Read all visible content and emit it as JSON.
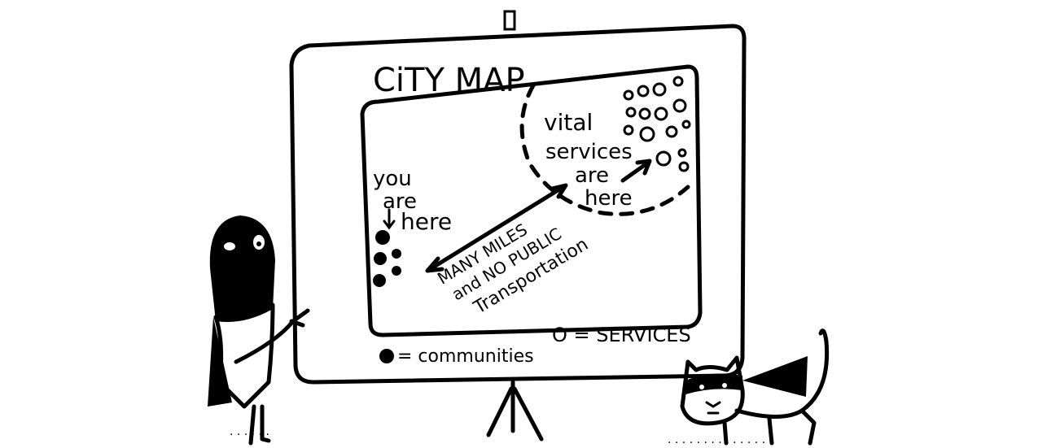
{
  "board": {
    "title": "CiTY MAP",
    "you_are_here": [
      "you",
      "are",
      "here"
    ],
    "vital_services": [
      "vital",
      "services",
      "are",
      "here"
    ],
    "distance_note": [
      "MANY MILES",
      "and NO PUBLIC",
      "Transportation"
    ],
    "legend": {
      "communities": "= communities",
      "services": "O = SERVICES"
    }
  },
  "colors": {
    "ink": "#000000",
    "paper": "#ffffff"
  }
}
